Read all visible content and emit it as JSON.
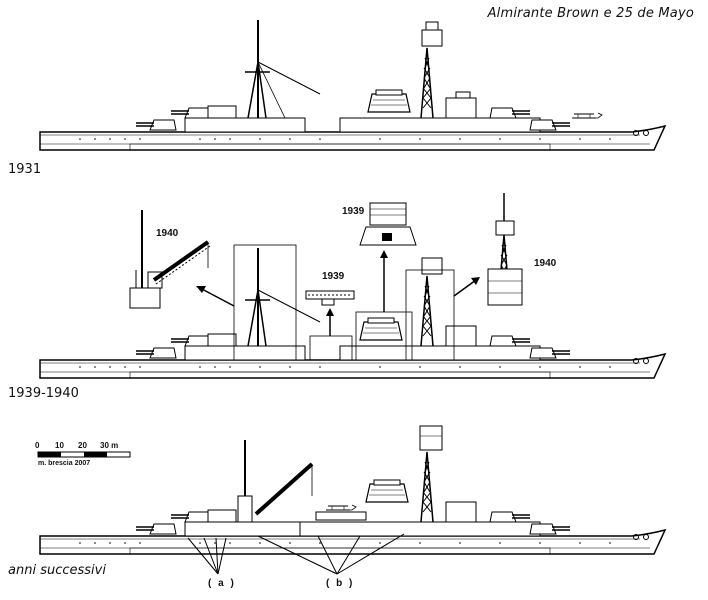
{
  "title": "Almirante Brown e 25 de Mayo",
  "profiles": [
    {
      "label": "1931"
    },
    {
      "label": "1939-1940"
    },
    {
      "label": "anni successivi"
    }
  ],
  "detail_labels": {
    "crane": "1940",
    "catapult": "1939",
    "director_tower": "1939",
    "foremast": "1940"
  },
  "scale_bar": {
    "ticks": [
      "0",
      "10",
      "20",
      "30 m"
    ],
    "credit": "m. brescia 2007"
  },
  "callouts": {
    "a": "( a )",
    "b": "( b )"
  }
}
